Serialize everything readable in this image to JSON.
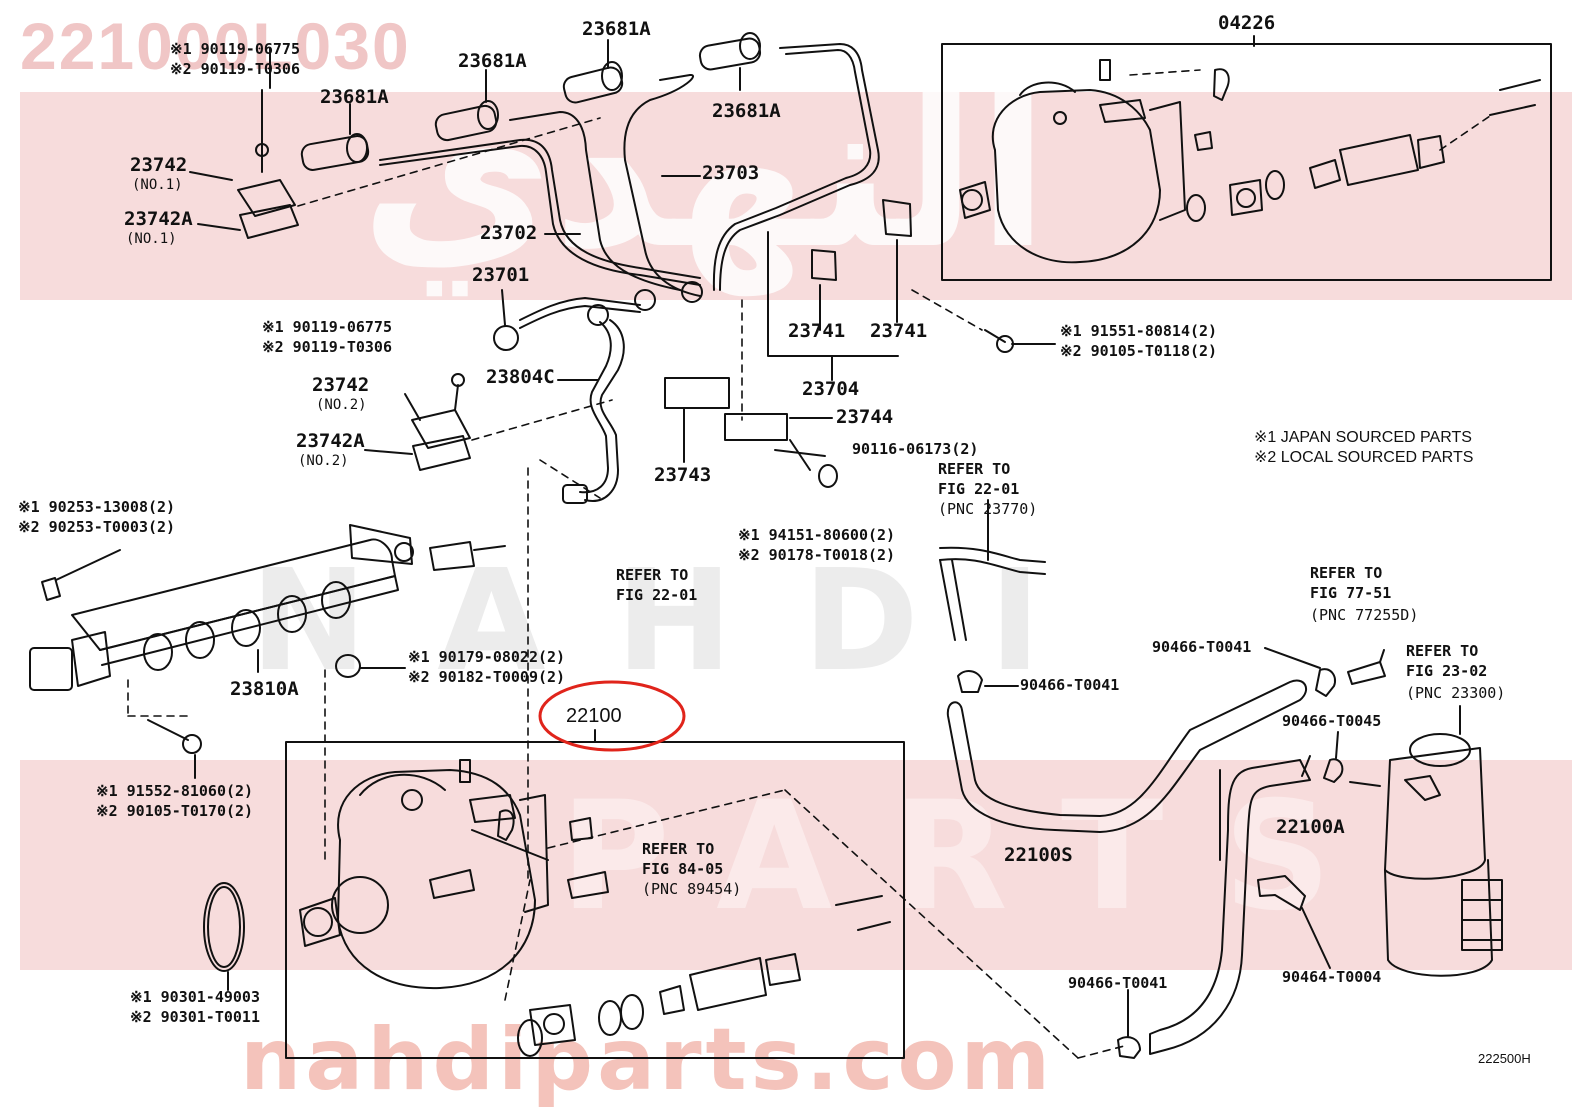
{
  "watermark": {
    "title": "221000L030",
    "url": "nahdiparts.com",
    "big_latin_1": "NAHDI",
    "big_latin_2": "PARTS",
    "big_arabic": "النهدي"
  },
  "figure_id": "222500H",
  "notes": {
    "line1": "※1 JAPAN SOURCED PARTS",
    "line2": "※2 LOCAL SOURCED PARTS"
  },
  "labels": {
    "p04226": "04226",
    "p23681A_a": "23681A",
    "p23681A_b": "23681A",
    "p23681A_c": "23681A",
    "p23681A_d": "23681A",
    "p23703": "23703",
    "p23702": "23702",
    "p23701": "23701",
    "p23804C": "23804C",
    "p23742_1": "23742",
    "p23742_1_sub": "(NO.1)",
    "p23742A_1": "23742A",
    "p23742A_1_sub": "(NO.1)",
    "p23742_2": "23742",
    "p23742_2_sub": "(NO.2)",
    "p23742A_2": "23742A",
    "p23742A_2_sub": "(NO.2)",
    "p23741_a": "23741",
    "p23741_b": "23741",
    "p23704": "23704",
    "p23744": "23744",
    "p23743": "23743",
    "p23810A": "23810A",
    "p22100": "22100",
    "p22100S": "22100S",
    "p22100A": "22100A",
    "b1_l1": "※1 90119-06775",
    "b1_l2": "※2 90119-T0306",
    "b2_l1": "※1 90119-06775",
    "b2_l2": "※2 90119-T0306",
    "b3_l1": "※1 91551-80814(2)",
    "b3_l2": "※2 90105-T0118(2)",
    "b4": "90116-06173(2)",
    "b5_l1": "※1 94151-80600(2)",
    "b5_l2": "※2 90178-T0018(2)",
    "b6_l1": "※1 90253-13008(2)",
    "b6_l2": "※2 90253-T0003(2)",
    "b7_l1": "※1 90179-08022(2)",
    "b7_l2": "※2 90182-T0009(2)",
    "b8_l1": "※1 91552-81060(2)",
    "b8_l2": "※2 90105-T0170(2)",
    "b9_l1": "※1 90301-49003",
    "b9_l2": "※2 90301-T0011",
    "c1": "90466-T0041",
    "c2": "90466-T0041",
    "c3": "90466-T0045",
    "c4": "90466-T0041",
    "c5": "90464-T0004",
    "r1_l1": "REFER TO",
    "r1_l2": "FIG 22-01",
    "r1_l3": "(PNC 23770)",
    "r2_l1": "REFER TO",
    "r2_l2": "FIG 22-01",
    "r3_l1": "REFER TO",
    "r3_l2": "FIG 77-51",
    "r3_l3": "(PNC 77255D)",
    "r4_l1": "REFER TO",
    "r4_l2": "FIG 23-02",
    "r4_l3": "(PNC 23300)",
    "r5_l1": "REFER TO",
    "r5_l2": "FIG 84-05",
    "r5_l3": "(PNC 89454)"
  },
  "colors": {
    "line": "#111111",
    "highlight": "#e0241b",
    "watermark_band": "#f7dcdc",
    "watermark_text": "#f0c6c6"
  }
}
